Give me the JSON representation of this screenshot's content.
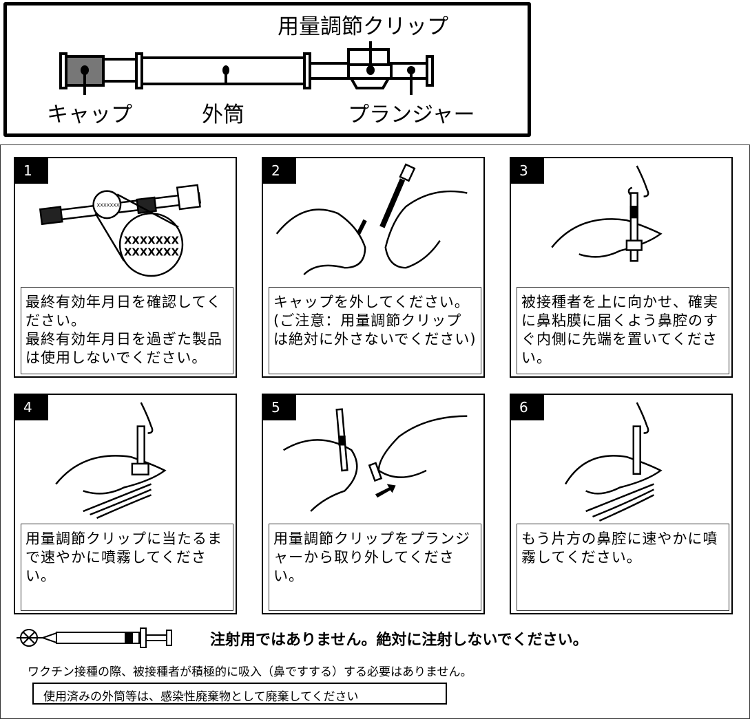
{
  "diagram": {
    "labels": {
      "clip": "用量調節クリップ",
      "cap": "キャップ",
      "barrel": "外筒",
      "plunger": "プランジャー"
    }
  },
  "steps": [
    {
      "number": "1",
      "text": "最終有効年月日を確認してください。\n最終有効年月日を過ぎた製品は使用しないでください。",
      "lot_mark": "XXXXXXX"
    },
    {
      "number": "2",
      "text": "キャップを外してください。(ご注意：用量調節クリップは絶対に外さないでください)"
    },
    {
      "number": "3",
      "text": "被接種者を上に向かせ、確実に鼻粘膜に届くよう鼻腔のすぐ内側に先端を置いてください。"
    },
    {
      "number": "4",
      "text": "用量調節クリップに当たるまで速やかに噴霧してください。"
    },
    {
      "number": "5",
      "text": "用量調節クリップをプランジャーから取り外してください。"
    },
    {
      "number": "6",
      "text": "もう片方の鼻腔に速やかに噴霧してください。"
    }
  ],
  "footer": {
    "warning": "注射用ではありません。絶対に注射しないでください。",
    "note": "ワクチン接種の際、被接種者が積極的に吸入（鼻ですする）する必要はありません。",
    "disposal": "使用済みの外筒等は、感染性廃棄物として廃棄してください"
  }
}
